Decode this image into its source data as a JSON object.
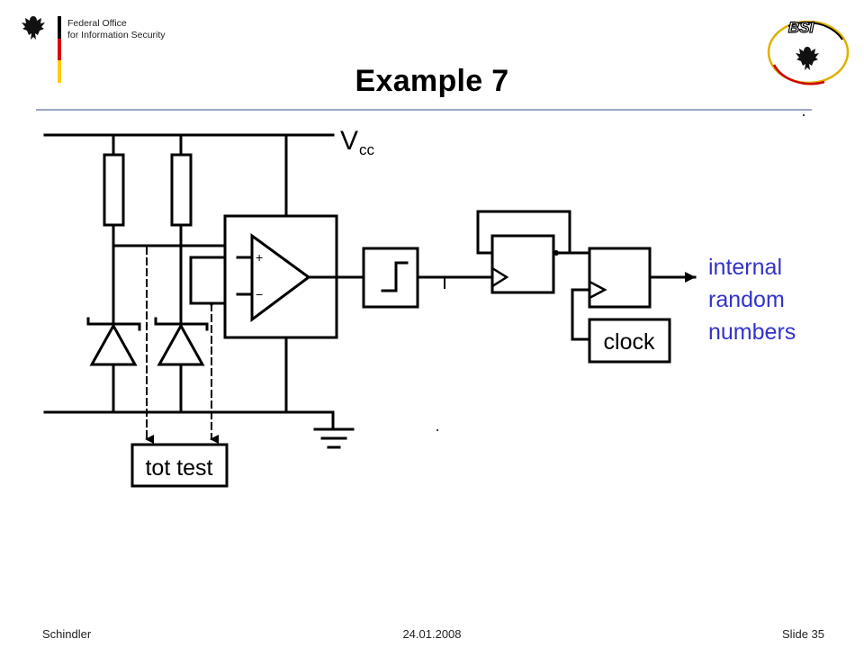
{
  "header": {
    "office_line1": "Federal Office",
    "office_line2": "for Information Security",
    "bsi_logo_text": "BSI",
    "flag_colors": [
      "#000000",
      "#dd0000",
      "#ffcc00"
    ]
  },
  "slide": {
    "title": "Example 7"
  },
  "diagram": {
    "vcc_label": "V",
    "vcc_subscript": "cc",
    "comparator_plus": "+",
    "comparator_minus": "−",
    "clock_label": "clock",
    "tot_test_label": "tot test",
    "output_note": [
      "internal",
      "random",
      "numbers"
    ],
    "note_color": "#3333cc"
  },
  "footer": {
    "author": "Schindler",
    "date": "24.01.2008",
    "slide_number": "Slide 35"
  }
}
